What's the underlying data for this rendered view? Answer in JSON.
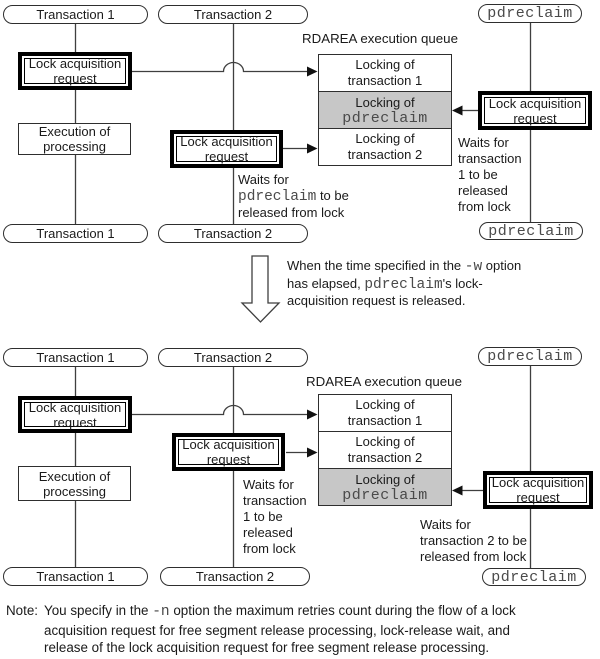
{
  "diagram1": {
    "pills": {
      "t1_top": "Transaction 1",
      "t2_top": "Transaction 2",
      "pd_top": "pdreclaim",
      "t1_bottom": "Transaction 1",
      "t2_bottom": "Transaction 2",
      "pd_bottom": "pdreclaim"
    },
    "boxes": {
      "lock_t1": "Lock acquisition request",
      "lock_t2": "Lock acquisition request",
      "lock_pd": "Lock acquisition request",
      "exec": "Execution of processing"
    },
    "queue": {
      "label": "RDAREA execution queue",
      "cells": [
        [
          "Locking of",
          "transaction 1"
        ],
        [
          "Locking of",
          "pdreclaim"
        ],
        [
          "Locking of",
          "transaction 2"
        ]
      ]
    },
    "waits_t2": {
      "line1": "Waits for",
      "line2_mono": "pdreclaim",
      "line2_rest": " to be",
      "line3": "released from lock"
    },
    "waits_pd_lines": [
      "Waits for",
      "transaction",
      "1 to be",
      "released",
      "from lock"
    ]
  },
  "transition": {
    "line1": {
      "pre": "When the time specified in the ",
      "mono": "-w",
      "post": " option"
    },
    "line2": {
      "pre": "has elapsed, ",
      "mono": "pdreclaim",
      "post": "'s lock-"
    },
    "line3": "acquisition request is released."
  },
  "diagram2": {
    "pills": {
      "t1_top": "Transaction 1",
      "t2_top": "Transaction 2",
      "pd_top": "pdreclaim",
      "t1_bottom": "Transaction 1",
      "t2_bottom": "Transaction 2",
      "pd_bottom": "pdreclaim"
    },
    "boxes": {
      "lock_t1": "Lock acquisition request",
      "lock_t2": "Lock acquisition request",
      "lock_pd": "Lock acquisition request",
      "exec": "Execution of processing"
    },
    "queue": {
      "label": "RDAREA execution queue",
      "cells": [
        [
          "Locking of",
          "transaction 1"
        ],
        [
          "Locking of",
          "transaction 2"
        ],
        [
          "Locking of",
          "pdreclaim"
        ]
      ]
    },
    "waits_t2_lines": [
      "Waits for",
      "transaction",
      "1 to be",
      "released",
      "from lock"
    ],
    "waits_pd_lines": [
      "Waits for",
      "transaction 2 to be",
      "released from lock"
    ]
  },
  "note": {
    "label": "Note:",
    "line1": {
      "pre": "You specify in the ",
      "mono": "-n",
      "post": " option the maximum retries count during the flow of a lock"
    },
    "line2": "acquisition request for free segment release processing, lock-release wait, and",
    "line3": "release of the lock acquisition request for free segment release processing."
  },
  "colors": {
    "queue_highlight": "#c7c7c7",
    "line": "#3f3f3f"
  }
}
